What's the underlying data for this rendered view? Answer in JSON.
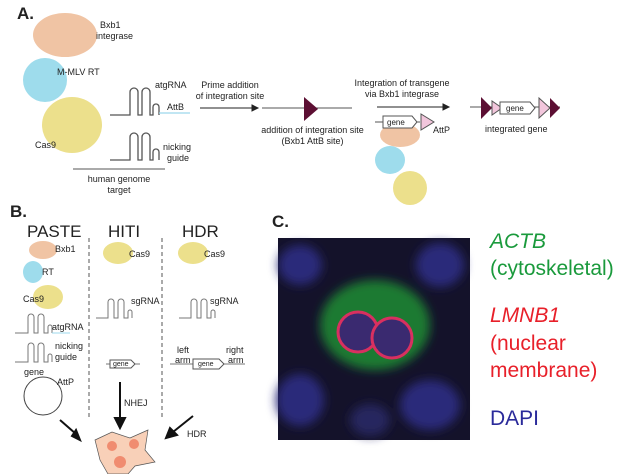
{
  "panel_a": {
    "label": "A.",
    "bxb1": "Bxb1",
    "integrase": "integrase",
    "mmlv": "M-MLV RT",
    "cas9": "Cas9",
    "atgrna": "atgRNA",
    "attb": "AttB",
    "nicking": "nicking",
    "guide": "guide",
    "genome1": "human genome",
    "genome2": "target",
    "prime1": "Prime addition",
    "prime2": "of integration site",
    "add1": "addition of integration site",
    "add2": "(Bxb1 AttB site)",
    "integ1": "Integration of transgene",
    "integ2": "via Bxb1 integrase",
    "gene": "gene",
    "attp": "AttP",
    "integrated": "integrated gene"
  },
  "panel_b": {
    "label": "B.",
    "paste": "PASTE",
    "hiti": "HITI",
    "hdr": "HDR",
    "bxb1": "Bxb1",
    "rt": "RT",
    "cas9": "Cas9",
    "sgrna": "sgRNA",
    "atgrna": "atgRNA",
    "nicking": "nicking",
    "guide": "guide",
    "gene": "gene",
    "attp": "AttP",
    "left1": "left",
    "left2": "arm",
    "right1": "right",
    "right2": "arm",
    "nhej": "NHEJ",
    "hdr_arrow": "HDR"
  },
  "panel_c": {
    "label": "C.",
    "actb": "ACTB",
    "actb_desc": "(cytoskeletal)",
    "lmnb1": "LMNB1",
    "lmnb1_desc1": "(nuclear",
    "lmnb1_desc2": "membrane)",
    "dapi": "DAPI",
    "colors": {
      "green": "#1a9a3c",
      "red": "#e8202a",
      "blue": "#2a2a9a"
    }
  }
}
